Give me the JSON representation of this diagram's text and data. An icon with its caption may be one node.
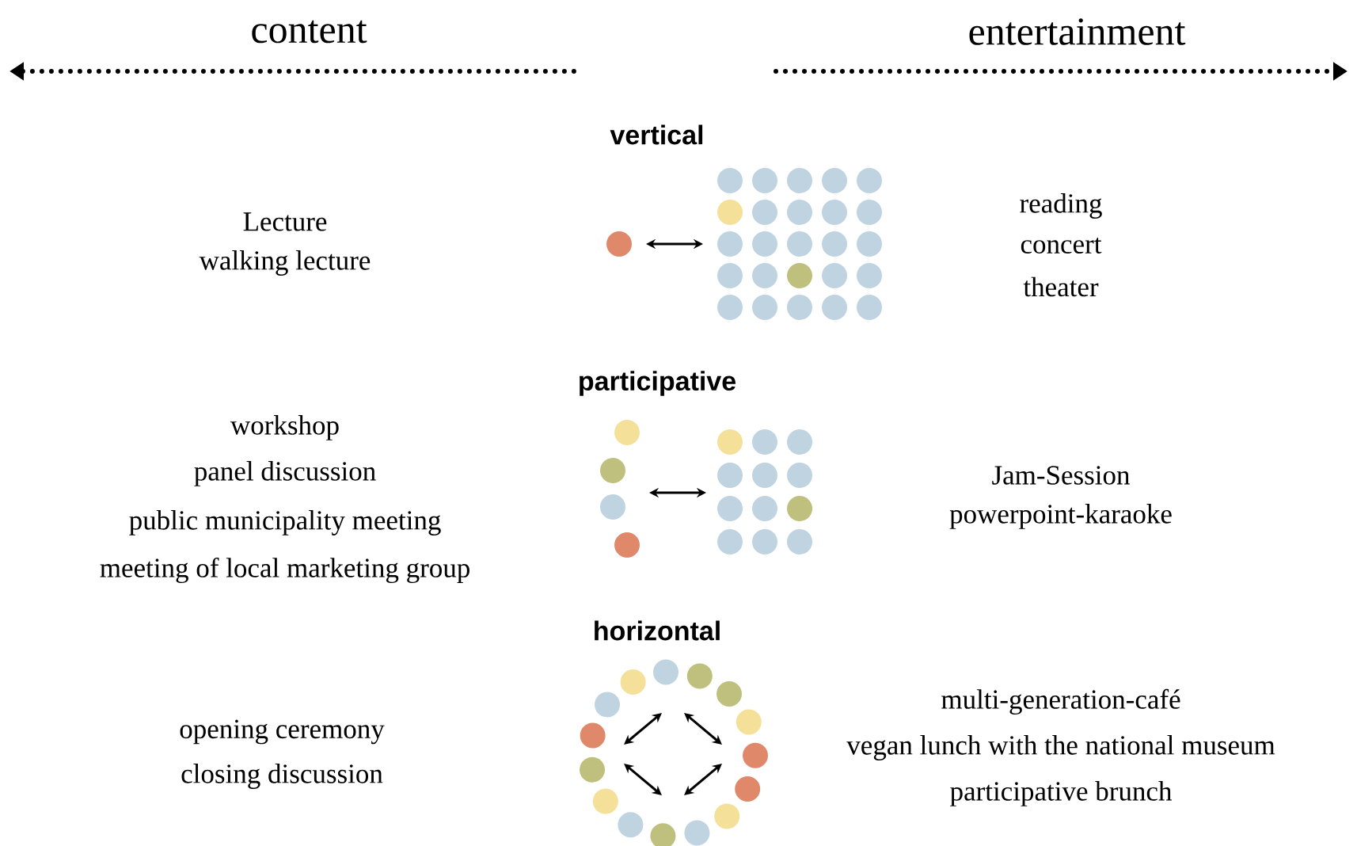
{
  "diagram": {
    "labels": [
      "content",
      "entertainment",
      "vertical",
      "Lecture",
      "walking lecture",
      "reading",
      "concert",
      "theater",
      "participative",
      "workshop",
      "panel discussion",
      "public municipality meeting",
      "meeting of local marketing group",
      "Jam-Session",
      "powerpoint-karaoke",
      "horizontal",
      "opening ceremony",
      "closing discussion",
      "multi-generation-café",
      "vegan lunch with the national museum",
      "participative brunch"
    ]
  }
}
